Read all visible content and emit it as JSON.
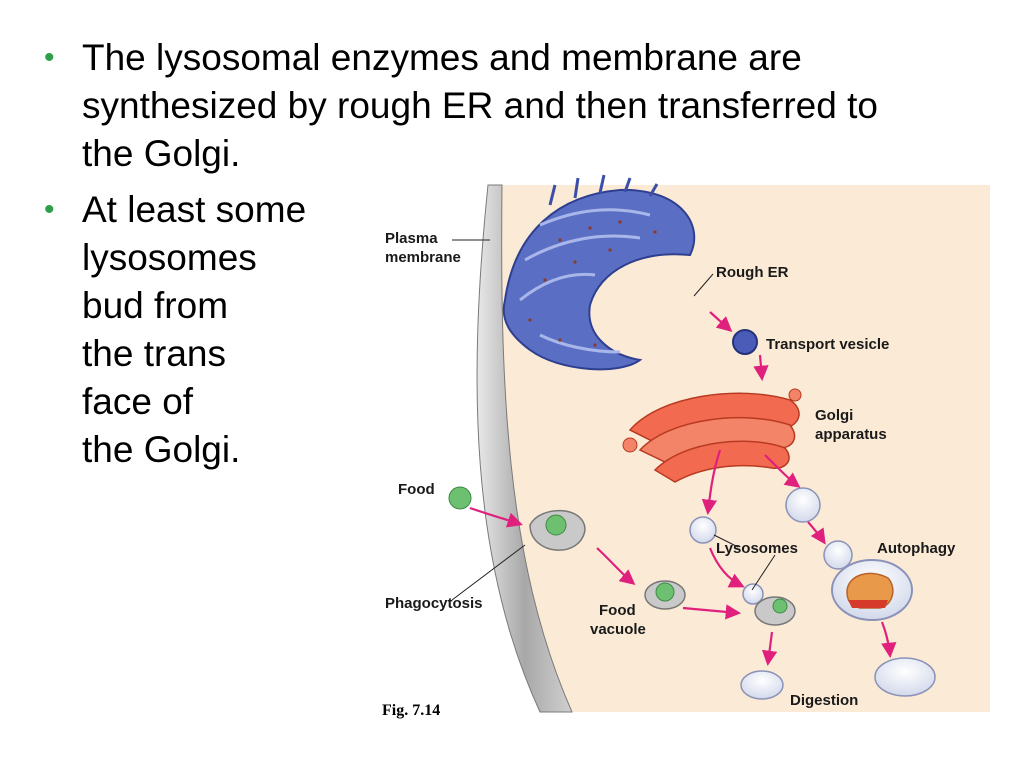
{
  "slide": {
    "bullet1": {
      "lines": [
        "The lysosomal enzymes and membrane are",
        "synthesized by rough ER and then transferred to",
        "the Golgi."
      ]
    },
    "bullet2": {
      "lines": [
        "At least some",
        "lysosomes",
        "bud from",
        "the trans",
        "face of",
        "the Golgi."
      ]
    },
    "bullet_glyph": "•"
  },
  "figure": {
    "labels": {
      "plasma_membrane": [
        "Plasma",
        "membrane"
      ],
      "rough_er": "Rough ER",
      "transport_vesicle": "Transport vesicle",
      "golgi": [
        "Golgi",
        "apparatus"
      ],
      "food": "Food",
      "lysosomes": "Lysosomes",
      "autophagy": "Autophagy",
      "phagocytosis": "Phagocytosis",
      "food_vacuole": [
        "Food",
        "vacuole"
      ],
      "digestion": "Digestion",
      "fig_number": "Fig. 7.14"
    },
    "colors": {
      "cytoplasm": "#fbebd6",
      "membrane": "#b5b5b5",
      "rough_er": "#5a6fc4",
      "golgi": "#f26a4f",
      "arrow": "#e0207d",
      "food": "#6cc070",
      "bullet": "#2e9e48"
    }
  }
}
